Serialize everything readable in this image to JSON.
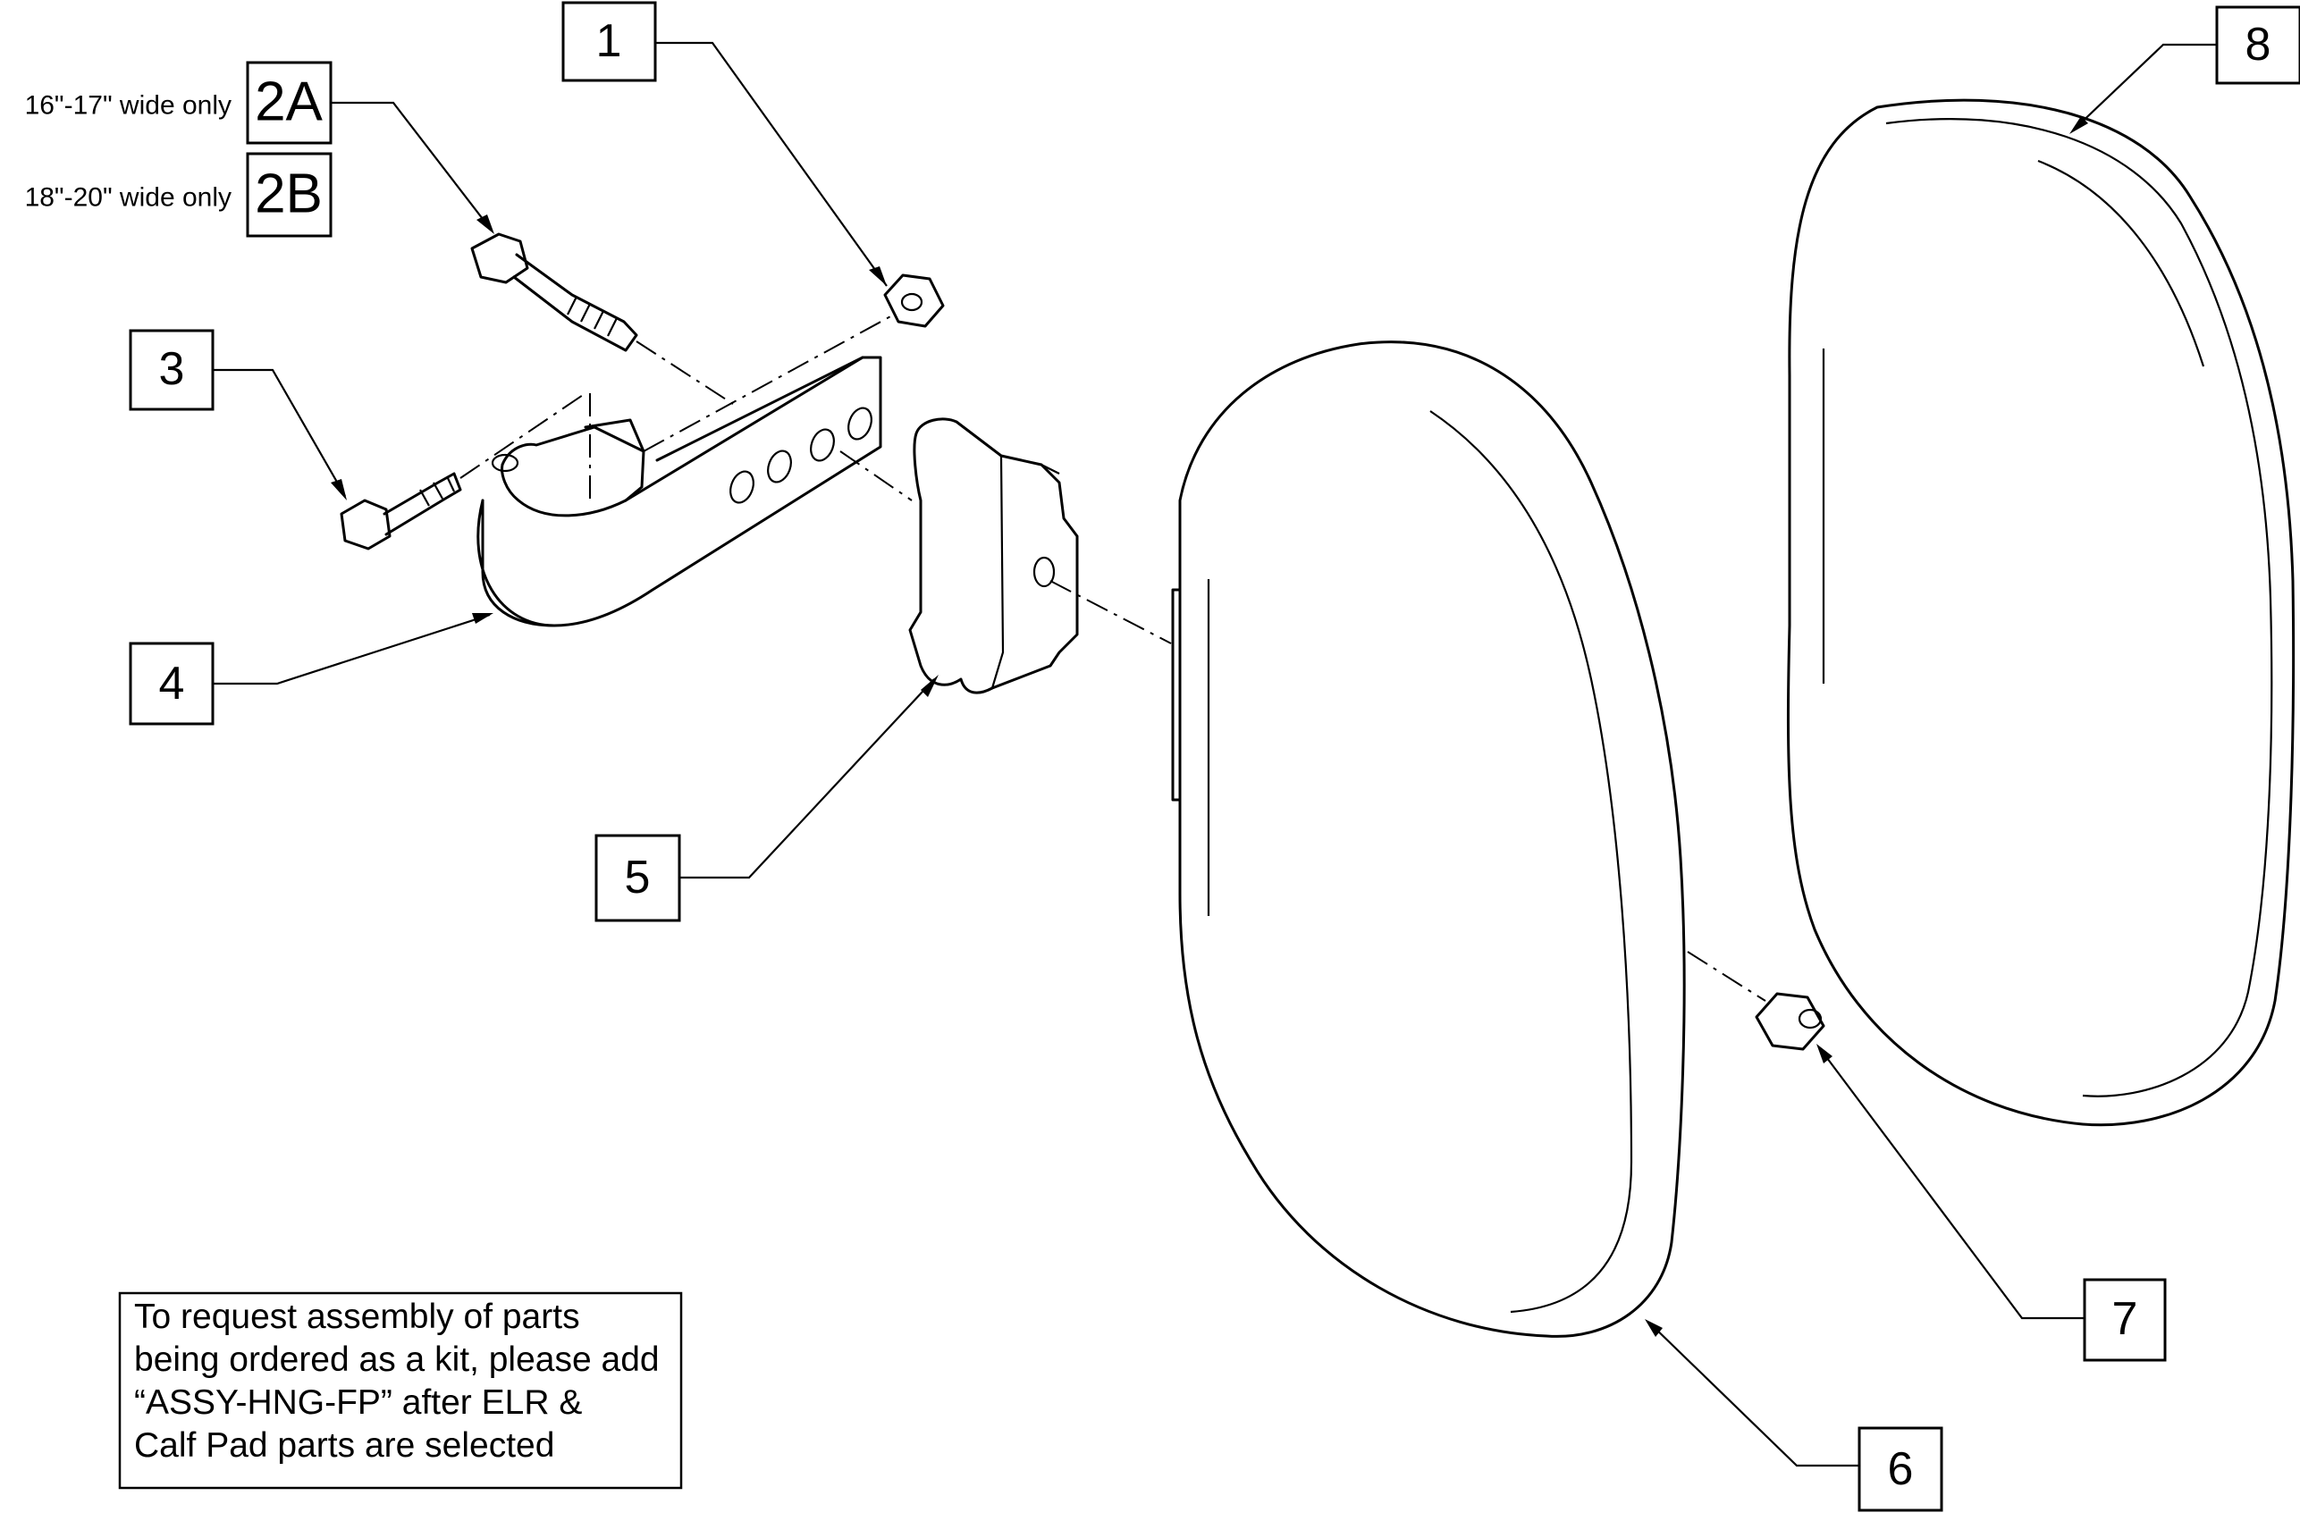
{
  "callouts": {
    "c1": "1",
    "c2a": "2A",
    "c2b": "2B",
    "c3": "3",
    "c4": "4",
    "c5": "5",
    "c6": "6",
    "c7": "7",
    "c8": "8"
  },
  "width_notes": {
    "c2a": "16\"-17\" wide only",
    "c2b": "18\"-20\" wide only"
  },
  "kit_note": {
    "lines": [
      "To request assembly of parts",
      "being ordered as a kit, please add",
      "“ASSY-HNG-FP” after ELR &",
      "Calf Pad parts are selected"
    ]
  }
}
